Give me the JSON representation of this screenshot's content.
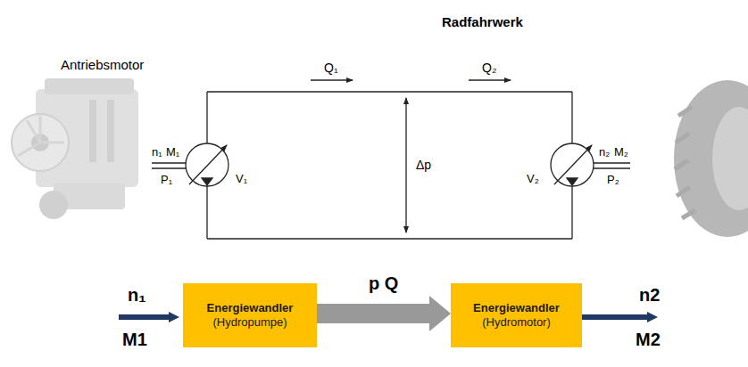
{
  "diagram": {
    "title": "Radfahrwerk",
    "nodes": [
      {
        "text": [
          "Energiewandler",
          "(Hydropumpe)"
        ]
      },
      {
        "text": [
          "Energiewandler",
          "(Hydromotor)"
        ]
      }
    ],
    "edges": [
      {
        "from": 0,
        "to": 1,
        "arrow": "to",
        "label": "p Q"
      }
    ],
    "labels": [
      "Antriebsmotor",
      "Q₁",
      "Q₂",
      "n₁",
      "M₁",
      "P₁",
      "V₁",
      "Δp",
      "V₂",
      "n₂",
      "M₂",
      "P₂",
      "n₁",
      "M1",
      "n2",
      "M2"
    ]
  }
}
